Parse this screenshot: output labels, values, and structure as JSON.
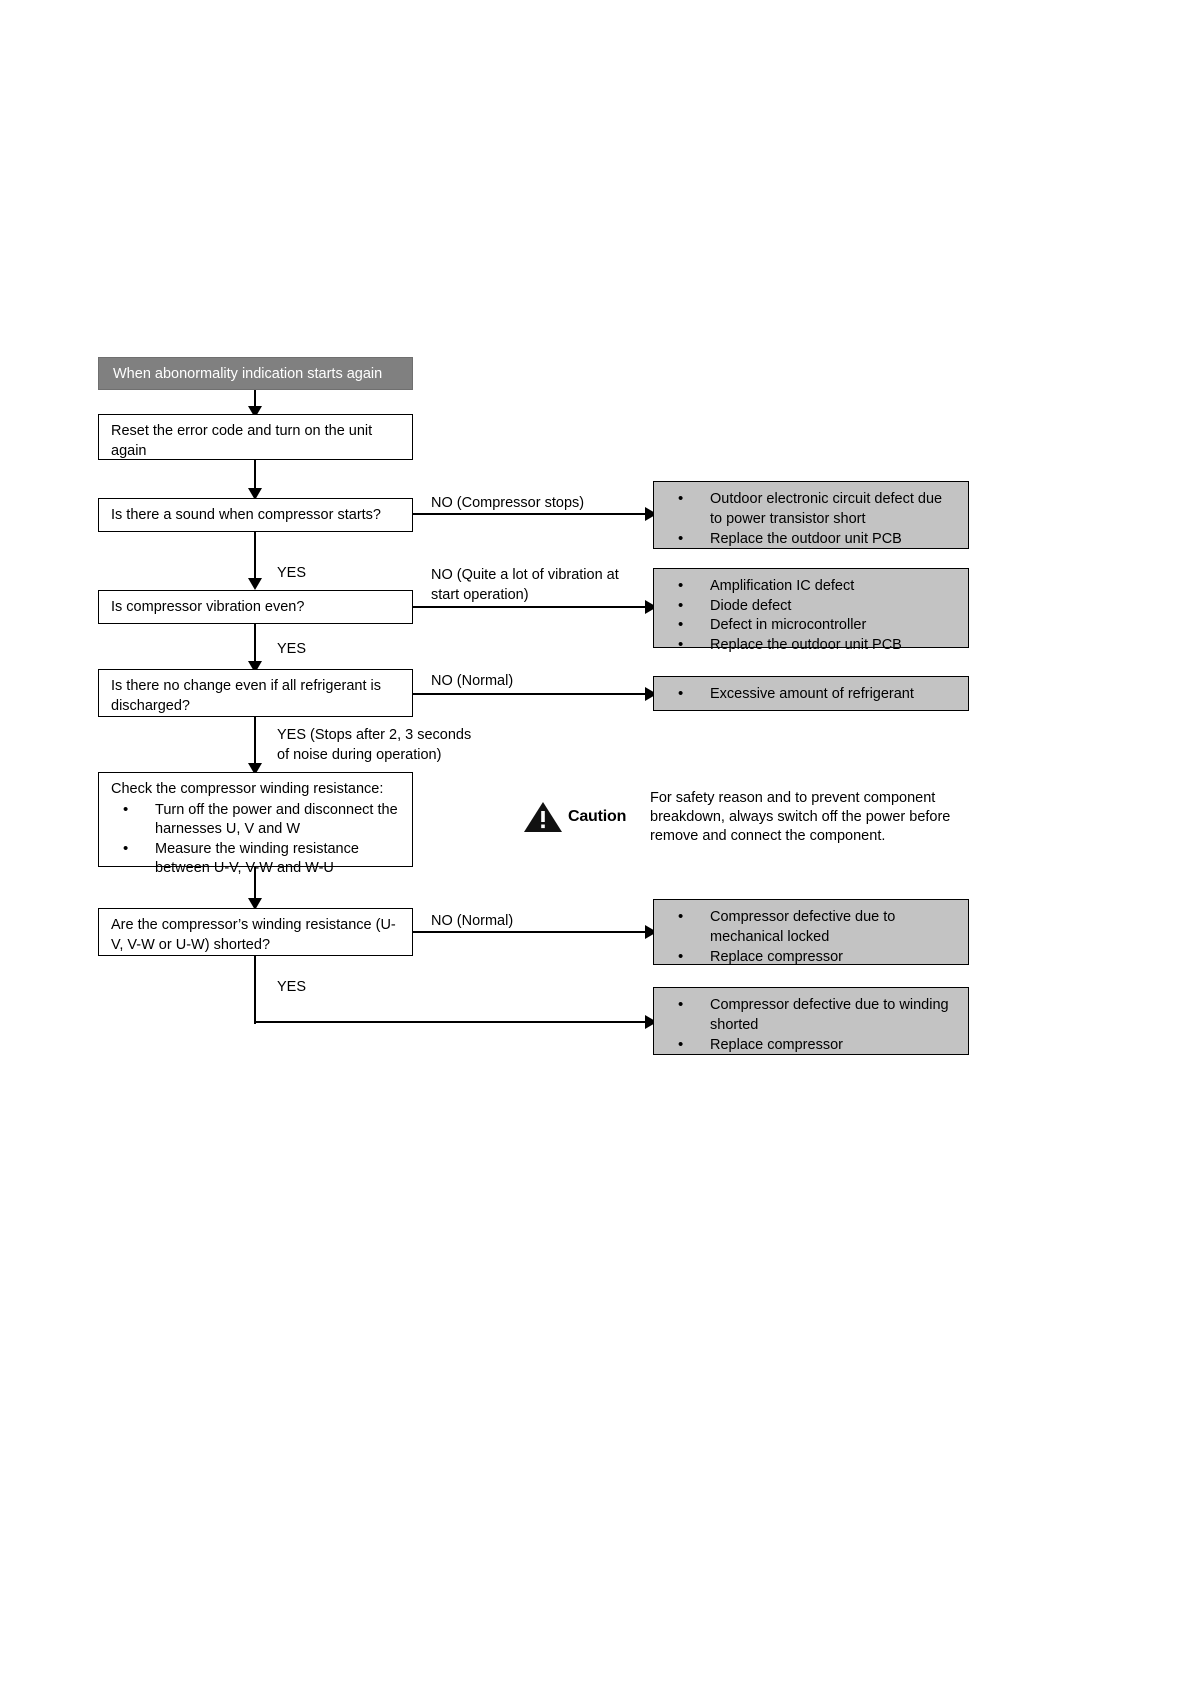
{
  "diagram": {
    "title": "Compressor abnormality troubleshooting flowchart",
    "colors": {
      "header_fill": "#808080",
      "outcome_fill": "#c3c3c3",
      "stroke": "#000000",
      "page_background": "#ffffff"
    },
    "header": {
      "label": "When abonormality indication starts again"
    },
    "steps": {
      "reset": "Reset the error code and turn on the unit again",
      "sound_question": "Is there a sound when compressor starts?",
      "vibration_question": "Is compressor vibration even?",
      "refrigerant_question": "Is there no change even if all refrigerant is discharged?",
      "winding_check_lead": "Check the compressor winding resistance:",
      "winding_check_bullets": [
        "Turn off the power and disconnect the harnesses U, V and W",
        "Measure the winding resistance between U-V, V-W and W-U"
      ],
      "shorted_question": "Are the compressor’s winding resistance (U-V, V-W or U-W) shorted?"
    },
    "edge_labels": {
      "sound_no": "NO (Compressor stops)",
      "sound_yes": "YES",
      "vibration_no": "NO (Quite a lot of vibration at\nstart operation)",
      "vibration_yes": "YES",
      "refrigerant_no": "NO (Normal)",
      "refrigerant_yes": "YES (Stops after 2, 3 seconds\nof noise during operation)",
      "shorted_no": "NO (Normal)",
      "shorted_yes": "YES"
    },
    "outcomes": {
      "power_transistor": [
        "Outdoor electronic circuit defect due to power transistor short",
        "Replace the outdoor unit PCB"
      ],
      "amplification_ic": [
        "Amplification IC defect",
        "Diode defect",
        "Defect in microcontroller",
        "Replace the outdoor unit PCB"
      ],
      "excessive_refrigerant": [
        "Excessive amount of refrigerant"
      ],
      "mechanical_locked": [
        "Compressor defective due to mechanical locked",
        "Replace compressor"
      ],
      "winding_shorted": [
        "Compressor defective due to winding shorted",
        "Replace compressor"
      ]
    },
    "caution": {
      "word": "Caution",
      "text": "For safety reason and to prevent component breakdown, always switch off the power before remove and connect the component."
    }
  }
}
